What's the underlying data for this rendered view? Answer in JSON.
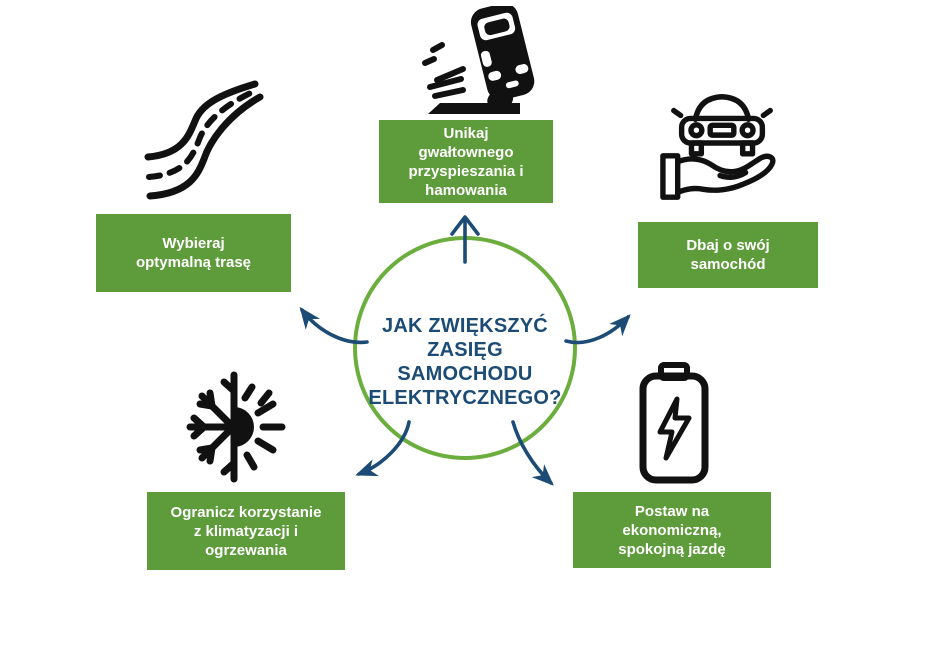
{
  "infographic": {
    "center": {
      "title": "JAK ZWIĘKSZYĆ\nZASIĘG\nSAMOCHODU\nELEKTRYCZNEGO?"
    },
    "items": [
      {
        "position": "top",
        "icon": "braking-car-icon",
        "label": "Unikaj\ngwałtownego\nprzyspieszania i\nhamowania"
      },
      {
        "position": "left",
        "icon": "winding-road-icon",
        "label": "Wybieraj\noptymalną trasę"
      },
      {
        "position": "right",
        "icon": "hand-holding-car-icon",
        "label": "Dbaj o swój\nsamochód"
      },
      {
        "position": "bottom-left",
        "icon": "snowflake-sun-icon",
        "label": "Ogranicz korzystanie\nz klimatyzacji i\nogrzewania"
      },
      {
        "position": "bottom-right",
        "icon": "battery-bolt-icon",
        "label": "Postaw na\nekonomiczną,\nspokojną jazdę"
      }
    ],
    "colors": {
      "box_green": "#5e9b3a",
      "circle_green": "#6cae3e",
      "navy": "#1c4c75",
      "icon_black": "#111111",
      "text_white": "#ffffff",
      "background": "#ffffff"
    }
  }
}
